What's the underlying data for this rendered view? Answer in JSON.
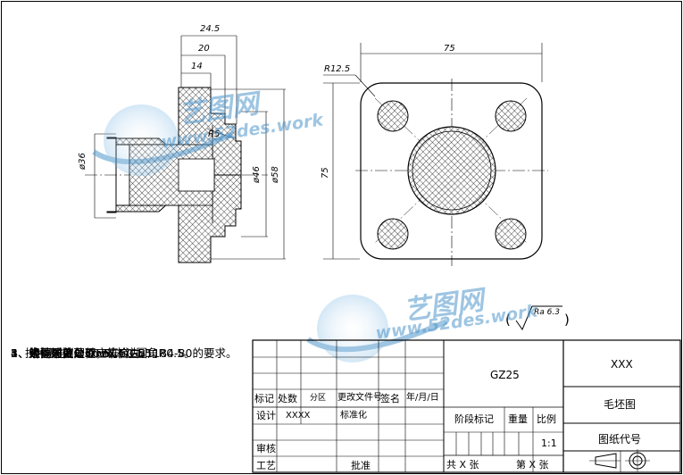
{
  "dimensions": {
    "d_24_5": "24.5",
    "d_20": "20",
    "d_14": "14",
    "d_r5": "R5",
    "d_phi36": "ø36",
    "d_phi46": "ø46",
    "d_phi58": "ø58",
    "d_75_top": "75",
    "d_75_left": "75",
    "d_r12_5": "R12.5"
  },
  "roughness": {
    "open_paren": "(",
    "label": "Ra 6.3",
    "close_paren": ")"
  },
  "watermark": {
    "brand": "艺图网",
    "url": "www.52des.work",
    "color": "#4f97cc"
  },
  "tech_requirements": {
    "title": "技术要求",
    "items": [
      "1、铸件时效处理，去应力。",
      "2、未标注倒角C0.5,未注圆角R0.5。",
      "3、经调质处理，HRC50-55。",
      "4、渗碳深度0.3mm。",
      "5、未注形位公差应符合GB1184-80的要求。"
    ]
  },
  "title_block": {
    "biaoji": "标记",
    "chushu": "处数",
    "fenqu": "分区",
    "genggai": "更改文件号",
    "qianming": "签名",
    "date": "年/月/日",
    "sheji": "设计",
    "sheji_name": "XXXX",
    "biaozhunhua": "标准化",
    "shenhe": "审核",
    "gongyi": "工艺",
    "pizhun": "批准",
    "material": "GZ25",
    "stage": "阶段标记",
    "weight": "重量",
    "scale_label": "比例",
    "scale": "1:1",
    "total": "共 X 张",
    "sheet": "第 X 张",
    "org": "XXX",
    "part_name": "毛坯图",
    "drawing_no_label": "图纸代号"
  }
}
